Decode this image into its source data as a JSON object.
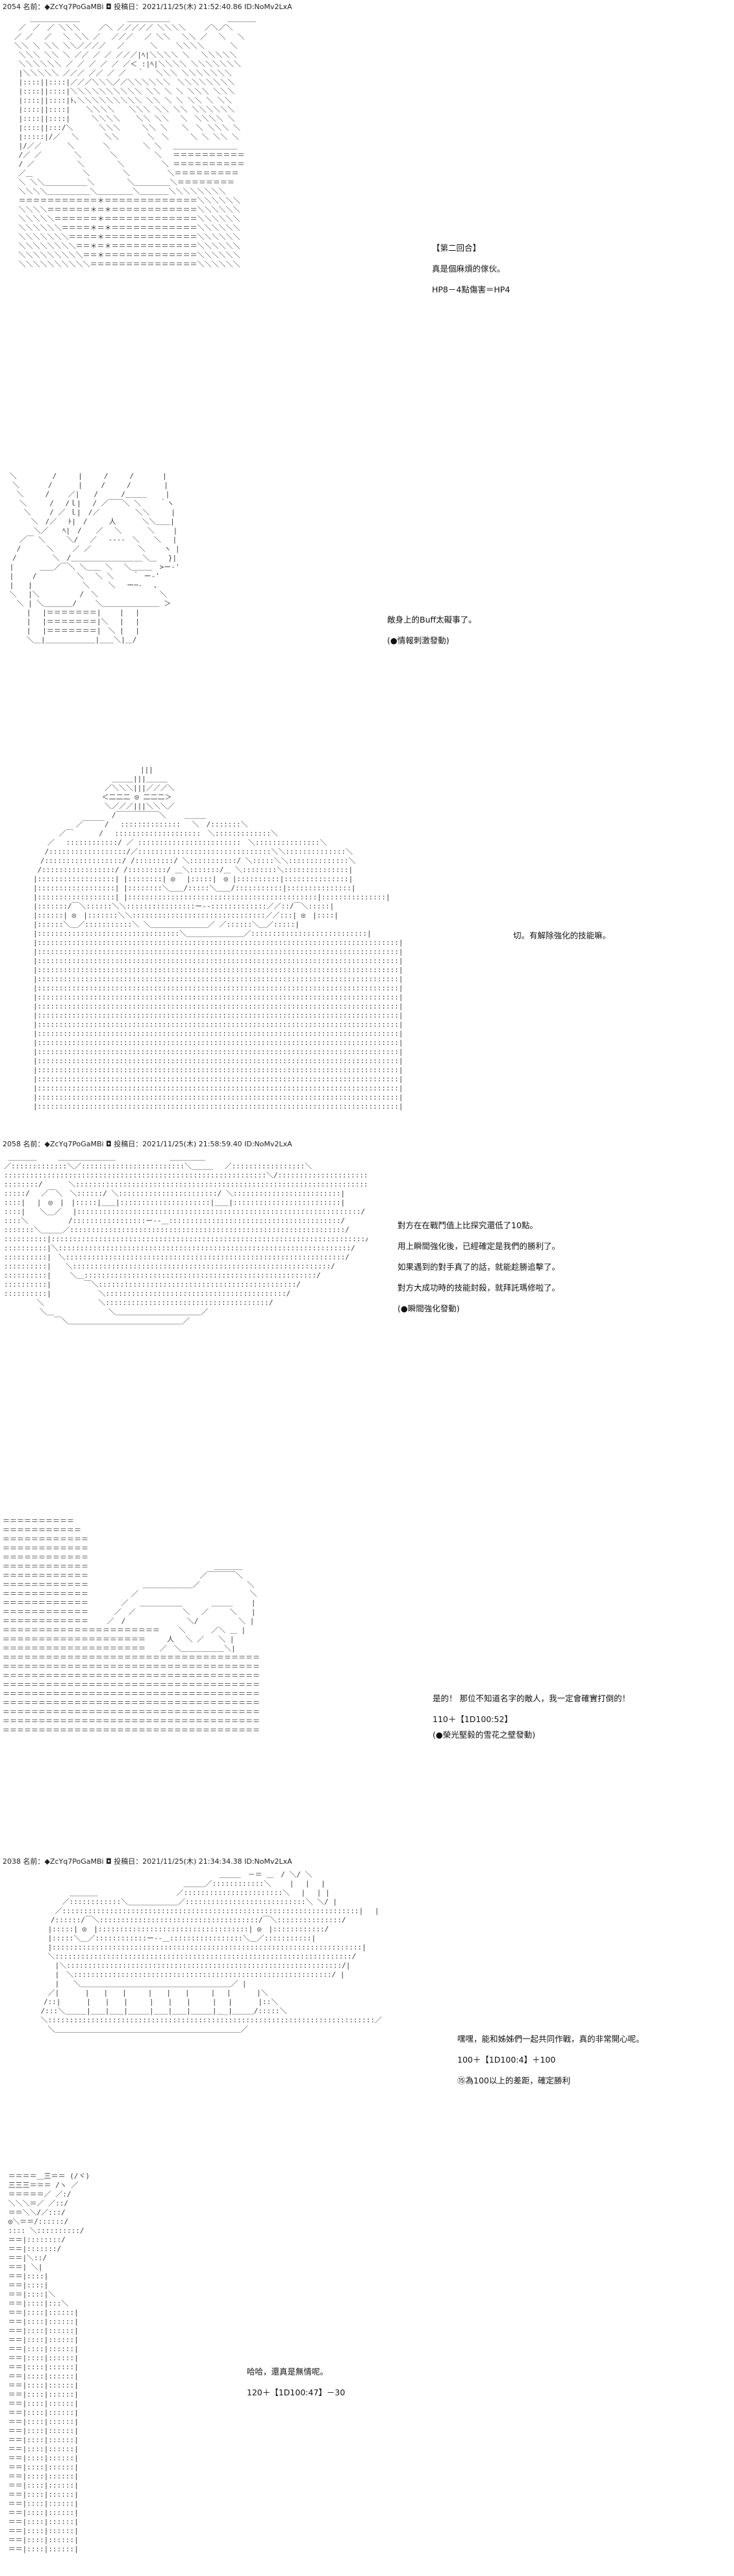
{
  "posts": [
    {
      "header": "2054 名前：◆ZcYq7PoGaMBi ◘ 投稿日：2021/11/25(木) 21:52:40.86 ID:NoMv2LxA",
      "lines": [
        "【第二回合】",
        "真是個麻煩的傢伙。",
        "HP8－4點傷害＝HP4"
      ]
    },
    {
      "header": "",
      "lines": [
        "敵身上的Buff太礙事了。",
        "(●情報刺激發動)"
      ]
    },
    {
      "header": "",
      "lines": [
        "切。有解除強化的技能嘛。"
      ]
    },
    {
      "header": "2058 名前：◆ZcYq7PoGaMBi ◘ 投稿日：2021/11/25(木) 21:58:59.40 ID:NoMv2LxA",
      "lines": [
        "對方在在戰鬥值上比探究還低了10點。",
        "用上瞬間強化後，已經確定是我們的勝利了。",
        "如果遇到的對手真了的話，就能趁勝追擊了。",
        "對方大成功時的技能封殺，就拜託瑪修啦了。",
        "(●瞬間強化發動)"
      ]
    },
    {
      "header": "",
      "lines": [
        "是的！ 那位不知道名字的敵人，我一定會確實打倒的！",
        "110＋【1D100:52】",
        "(●榮光堅毅的雪花之壁發動)"
      ]
    },
    {
      "header": "2038 名前：◆ZcYq7PoGaMBi ◘ 投稿日：2021/11/25(木) 21:34:34.38 ID:NoMv2LxA",
      "lines": [
        "嘿嘿，能和姊姊們一起共同作戰，真的非常開心呢。",
        "100＋【1D100:4】＋100",
        "⑮為100以上的差距，確定勝利"
      ]
    },
    {
      "header": "",
      "lines": [
        "哈哈，還真是無情呢。",
        "120＋【1D100:47】－30"
      ]
    }
  ],
  "colors": {
    "text": "#111111",
    "art": "#3a3a3a",
    "background": "#ffffff"
  }
}
